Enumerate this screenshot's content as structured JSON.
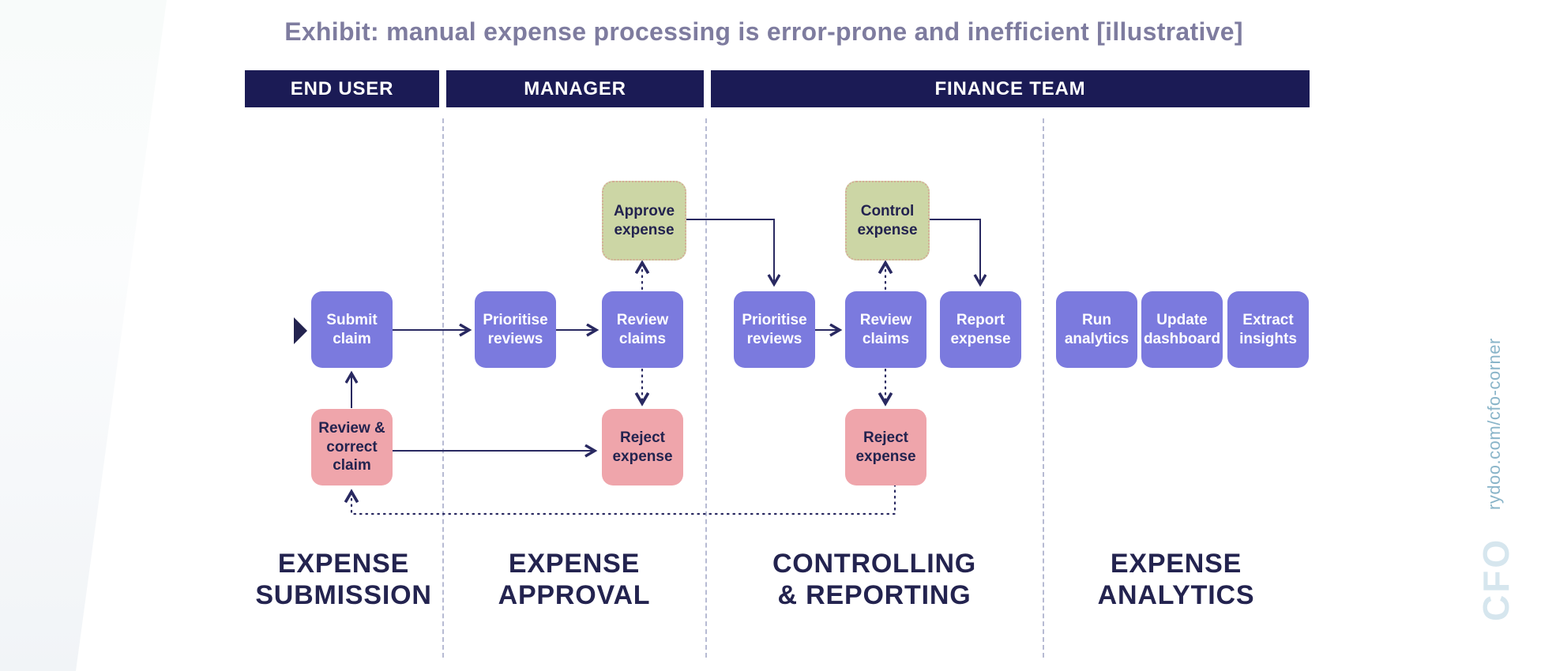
{
  "title": "Exhibit: manual expense processing is error-prone and inefficient [illustrative]",
  "lanes": [
    {
      "label": "END USER"
    },
    {
      "label": "MANAGER"
    },
    {
      "label": "FINANCE TEAM"
    }
  ],
  "phases": [
    {
      "label": "EXPENSE\nSUBMISSION"
    },
    {
      "label": "EXPENSE\nAPPROVAL"
    },
    {
      "label": "CONTROLLING\n& REPORTING"
    },
    {
      "label": "EXPENSE\nANALYTICS"
    }
  ],
  "nodes": [
    {
      "label": "Submit\nclaim",
      "type": "process"
    },
    {
      "label": "Prioritise\nreviews",
      "type": "process"
    },
    {
      "label": "Review\nclaims",
      "type": "process"
    },
    {
      "label": "Prioritise\nreviews",
      "type": "process"
    },
    {
      "label": "Review\nclaims",
      "type": "process"
    },
    {
      "label": "Report\nexpense",
      "type": "process"
    },
    {
      "label": "Run\nanalytics",
      "type": "process"
    },
    {
      "label": "Update\ndashboard",
      "type": "process"
    },
    {
      "label": "Extract\ninsights",
      "type": "process"
    },
    {
      "label": "Approve\nexpense",
      "type": "positive-outcome"
    },
    {
      "label": "Control\nexpense",
      "type": "positive-outcome"
    },
    {
      "label": "Review &\ncorrect\nclaim",
      "type": "negative-outcome"
    },
    {
      "label": "Reject\nexpense",
      "type": "negative-outcome"
    },
    {
      "label": "Reject\nexpense",
      "type": "negative-outcome"
    }
  ],
  "branding": {
    "url": "rydoo.com/cfo-corner",
    "logo": "CFO"
  },
  "colors": {
    "lane_bar": "#1b1b55",
    "process_box": "#7b7ade",
    "positive_box": "#ccd6a5",
    "negative_box": "#efa5ab",
    "arrow": "#292961",
    "divider": "#b7bbd3",
    "title_text": "#7e7c9f",
    "phase_text": "#23234f",
    "brand_text": "#8ab5c9"
  }
}
